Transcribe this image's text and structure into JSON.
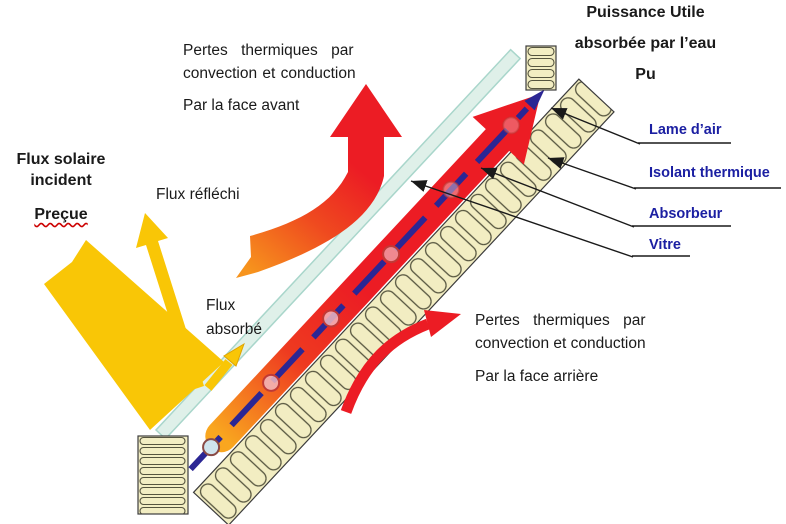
{
  "diagram": {
    "useful_power": {
      "line1": "Puissance Utile",
      "line2": "absorbée par l’eau",
      "line3": "Pu"
    },
    "front_losses": {
      "line1": "Pertes thermiques par",
      "line2": "convection et conduction",
      "line3": "Par la face avant"
    },
    "back_losses": {
      "line1": "Pertes thermiques par",
      "line2": "convection et conduction",
      "line3": "Par la face arrière"
    },
    "incident_flux": {
      "line1": "Flux solaire",
      "line2": "incident",
      "line3": "Preçue"
    },
    "reflected_label": "Flux réfléchi",
    "absorbed_flux": {
      "line1": "Flux",
      "line2": "absorbé"
    },
    "layers": [
      {
        "label": "Lame d’air"
      },
      {
        "label": "Isolant thermique"
      },
      {
        "label": "Absorbeur"
      },
      {
        "label": "Vitre"
      }
    ],
    "colors": {
      "sun_yellow": "#F9C606",
      "loss_red": "#EC1C24",
      "absorber_orange": "#F7941D",
      "pipe_navy": "#2B2694",
      "layer_label_blue": "#1B1FA2",
      "glass_pale": "#DFF0E9",
      "insulation_cream": "#F2EDC2"
    }
  }
}
